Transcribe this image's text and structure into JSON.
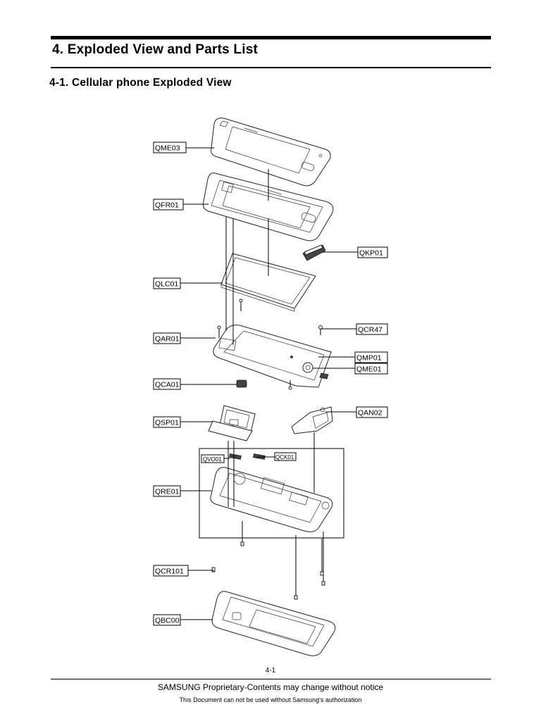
{
  "header": {
    "chapter_title": "4. Exploded View and Parts List",
    "section_title": "4-1. Cellular phone Exploded View"
  },
  "diagram": {
    "labels": {
      "qme03": "QME03",
      "qfr01": "QFR01",
      "qkp01": "QKP01",
      "qlc01": "QLC01",
      "qcr47": "QCR47",
      "qar01": "QAR01",
      "qmp01": "QMP01",
      "qme01": "QME01",
      "qca01": "QCA01",
      "qan02": "QAN02",
      "qsp01": "QSP01",
      "qvo01": "QVO01",
      "qck01": "QCK01",
      "qre01": "QRE01",
      "qcr101": "QCR101",
      "qbc00": "QBC00"
    }
  },
  "footer": {
    "page_number": "4-1",
    "line1": "SAMSUNG Proprietary-Contents may change without notice",
    "line2": "This Document can not be used without Samsung's authorization"
  }
}
